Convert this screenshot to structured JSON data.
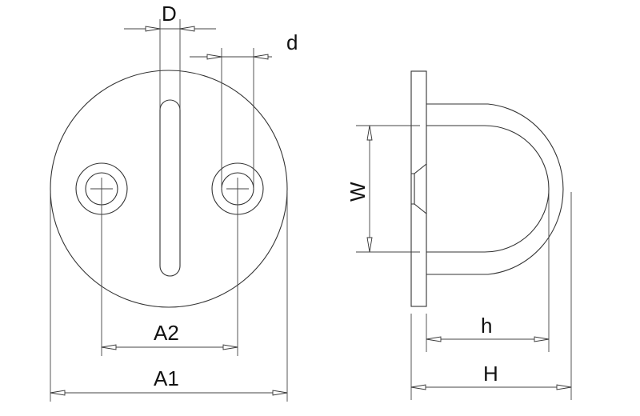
{
  "labels": {
    "D": "D",
    "d": "d",
    "A1": "A1",
    "A2": "A2",
    "W": "W",
    "h": "h",
    "H": "H"
  }
}
